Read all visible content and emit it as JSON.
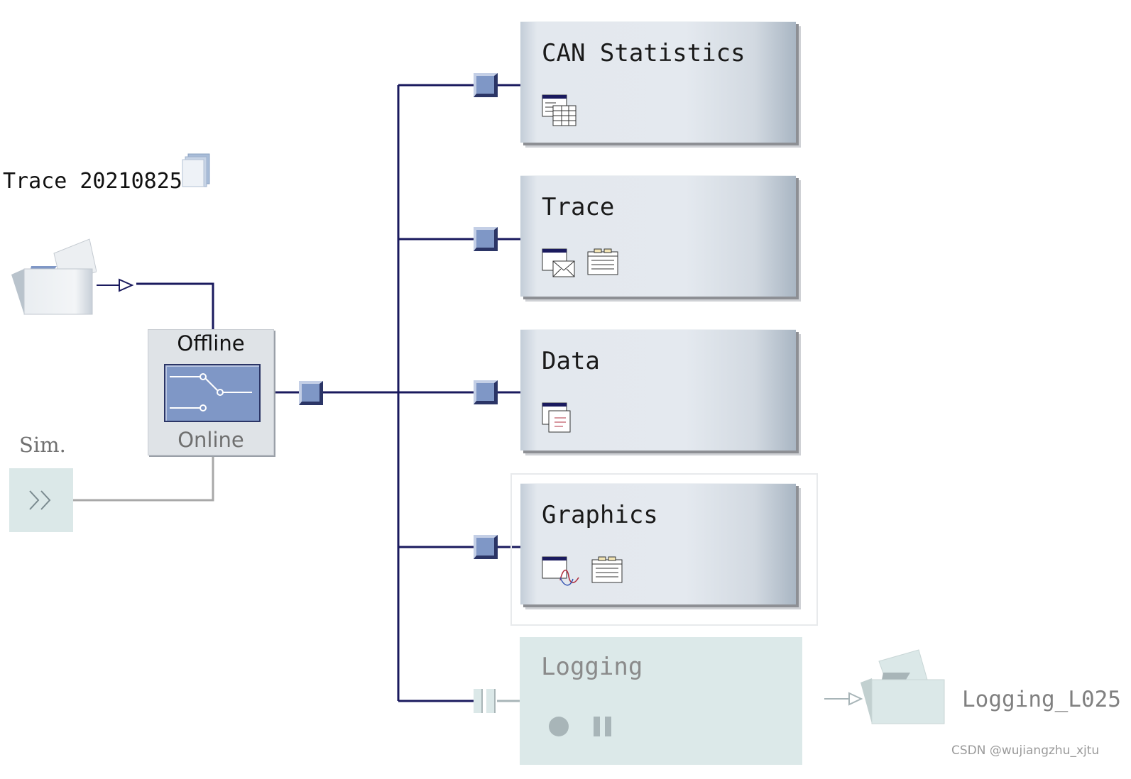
{
  "source": {
    "trace_label": "Trace 20210825",
    "sim_label": "Sim.",
    "sim_button_icon": "fast-forward-icon"
  },
  "switch": {
    "offline_label": "Offline",
    "online_label": "Online"
  },
  "blocks": [
    {
      "title": "CAN Statistics",
      "icons": [
        "statistics-table-icon"
      ]
    },
    {
      "title": "Trace",
      "icons": [
        "message-window-icon",
        "config-list-icon"
      ]
    },
    {
      "title": "Data",
      "icons": [
        "data-window-icon"
      ]
    },
    {
      "title": "Graphics",
      "icons": [
        "graphics-window-icon",
        "config-list-icon"
      ]
    }
  ],
  "logging": {
    "title": "Logging",
    "file_label": "Logging_L025",
    "record_icon": "record-icon",
    "pause_icon": "pause-icon"
  },
  "watermark": "CSDN @wujiangzhu_xjtu",
  "colors": {
    "wire": "#1a1a5e",
    "node_fill": "#7f97c6",
    "node_dark": "#2b3566",
    "disabled": "#dbe8e8"
  }
}
